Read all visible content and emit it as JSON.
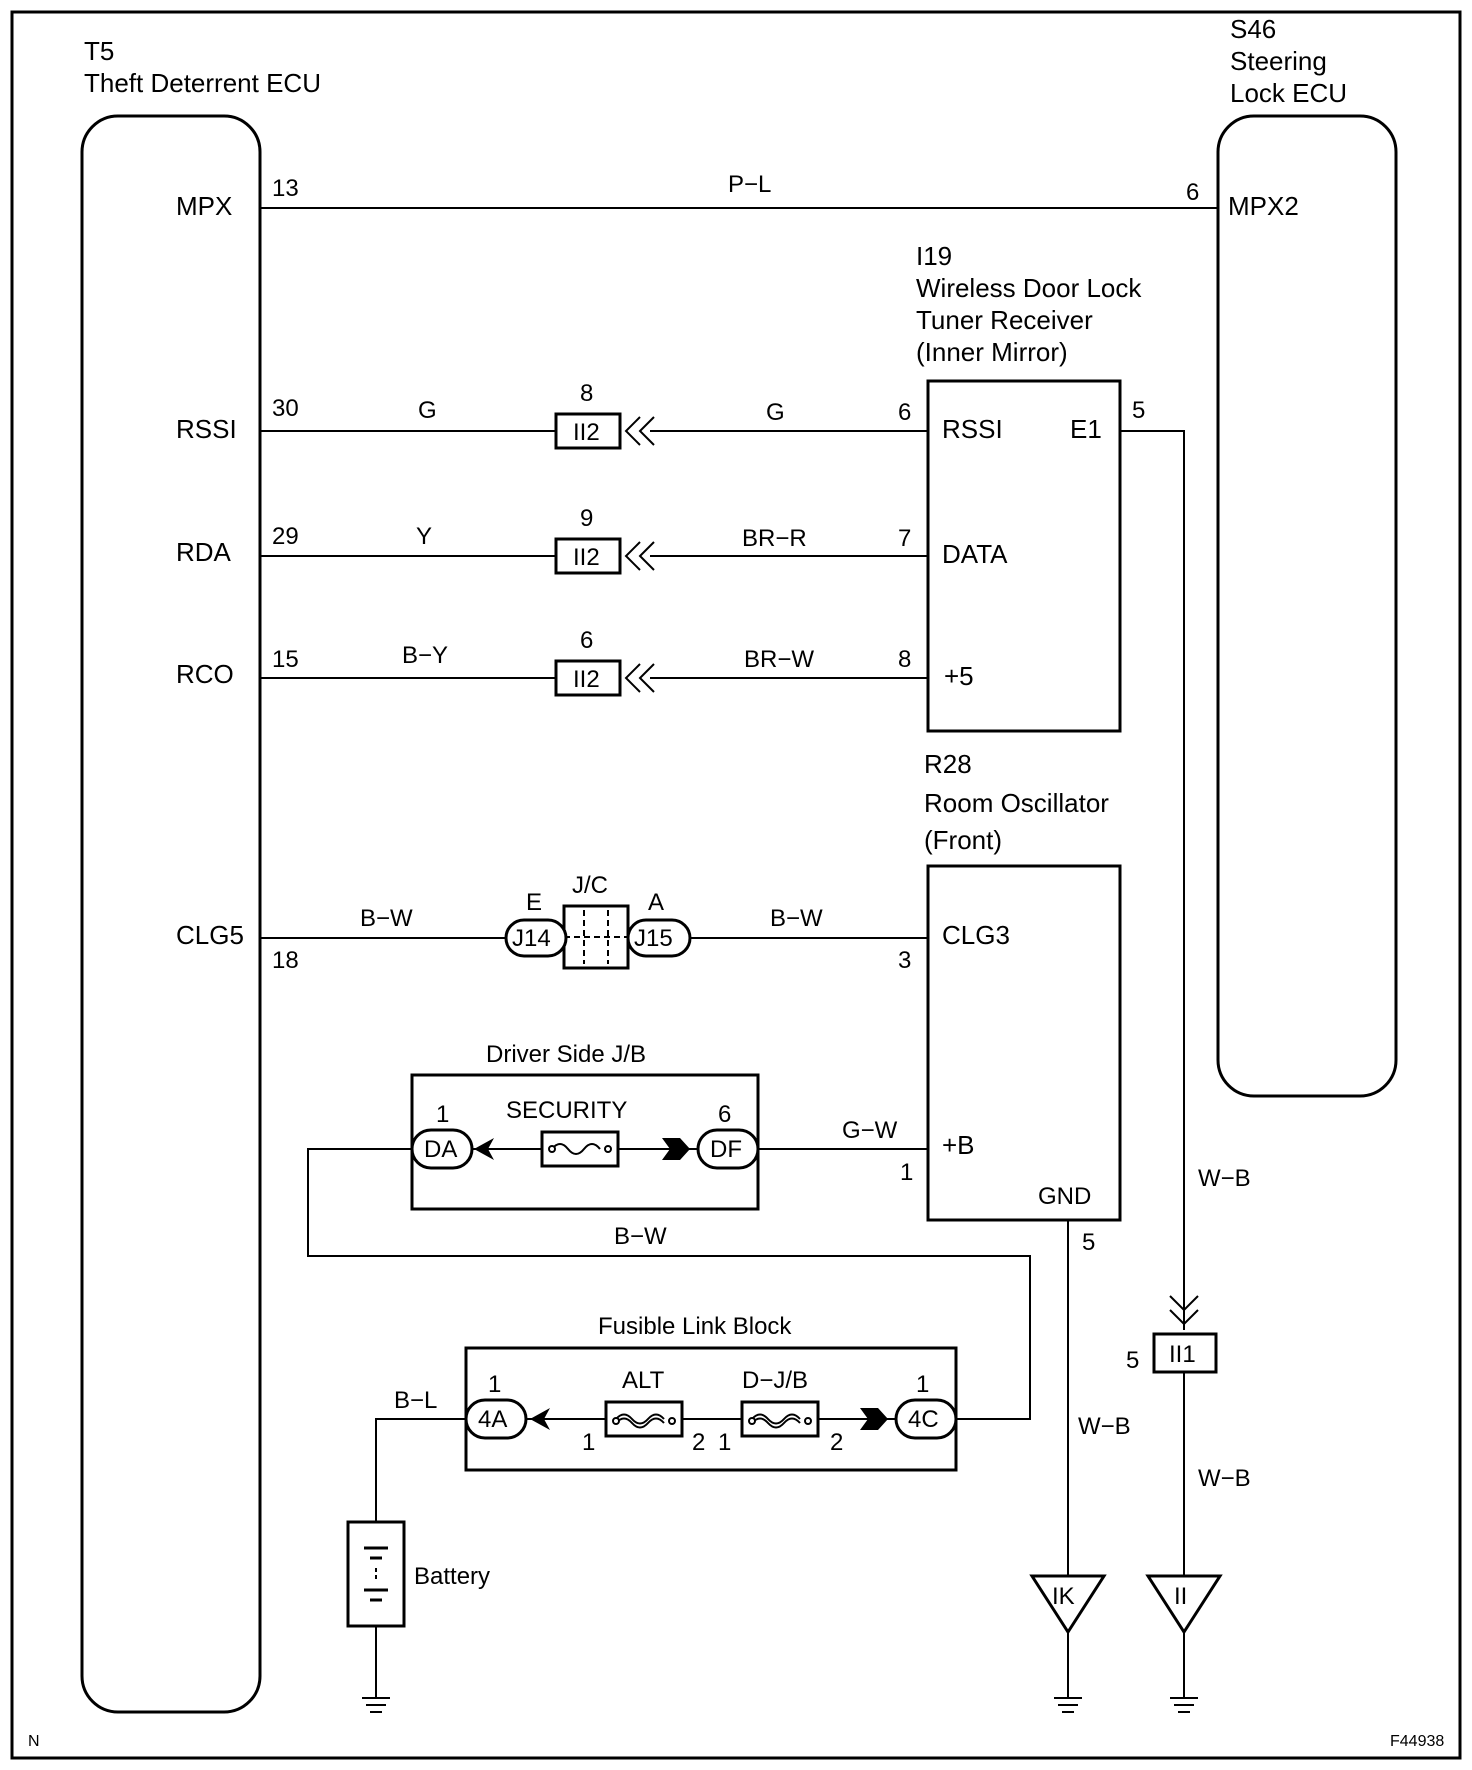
{
  "components": {
    "t5": {
      "code": "T5",
      "name": "Theft Deterrent ECU"
    },
    "s46": {
      "code": "S46",
      "name_line1": "Steering",
      "name_line2": "Lock ECU"
    },
    "i19": {
      "code": "I19",
      "name_line1": "Wireless Door Lock",
      "name_line2": "Tuner Receiver",
      "name_line3": "(Inner Mirror)"
    },
    "r28": {
      "code": "R28",
      "name_line1": "Room Oscillator",
      "name_line2": "(Front)"
    },
    "driver_jb": {
      "name": "Driver Side J/B"
    },
    "fusible": {
      "name": "Fusible Link Block"
    },
    "battery": {
      "name": "Battery"
    },
    "jc": {
      "name": "J/C"
    }
  },
  "t5_pins": [
    {
      "name": "MPX",
      "pin": "13"
    },
    {
      "name": "RSSI",
      "pin": "30"
    },
    {
      "name": "RDA",
      "pin": "29"
    },
    {
      "name": "RCO",
      "pin": "15"
    },
    {
      "name": "CLG5",
      "pin": "18"
    }
  ],
  "s46_pins": [
    {
      "name": "MPX2",
      "pin": "6"
    }
  ],
  "i19_pins": [
    {
      "name": "RSSI",
      "pin": "6"
    },
    {
      "name": "DATA",
      "pin": "7"
    },
    {
      "name": "+5",
      "pin": "8"
    },
    {
      "name": "E1",
      "pin": "5"
    }
  ],
  "r28_pins": [
    {
      "name": "CLG3",
      "pin": "3"
    },
    {
      "name": "+B",
      "pin": "1"
    },
    {
      "name": "GND",
      "pin": "5"
    }
  ],
  "wires": {
    "mpx": "P−L",
    "rssi_left": "G",
    "rssi_right": "G",
    "rda_left": "Y",
    "rda_right": "BR−R",
    "rco_left": "B−Y",
    "rco_right": "BR−W",
    "clg_left": "B−W",
    "clg_right": "B−W",
    "jb_to_b": "G−W",
    "jb_feed": "B−W",
    "battery": "B−L",
    "e1": "W−B",
    "gnd": "W−B",
    "ii1_lower": "W−B"
  },
  "connectors": {
    "ii2": "II2",
    "ii2_pins": [
      "8",
      "9",
      "6"
    ],
    "ii1": "II1",
    "ii1_pin": "5",
    "j14": "J14",
    "j14_letter": "E",
    "j15": "J15",
    "j15_letter": "A",
    "da": "DA",
    "da_pin": "1",
    "df": "DF",
    "df_pin": "6",
    "a4": "4A",
    "a4_pin": "1",
    "c4": "4C",
    "c4_pin": "1"
  },
  "fuses": {
    "security": "SECURITY",
    "alt": "ALT",
    "alt_pins": [
      "1",
      "2"
    ],
    "djb": "D−J/B",
    "djb_pins": [
      "1",
      "2"
    ]
  },
  "grounds": {
    "ik": "IK",
    "ii": "II"
  },
  "footer": {
    "left_mark": "N",
    "figure_id": "F44938"
  }
}
